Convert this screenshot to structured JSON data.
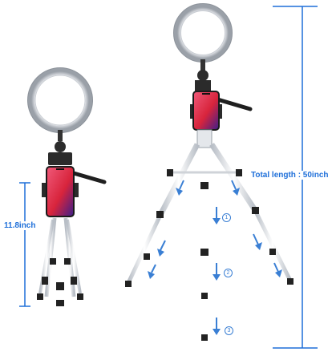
{
  "labels": {
    "small_height": "11.8inch",
    "total_length": "Total length : 50inch"
  },
  "steps": [
    "1",
    "2",
    "3"
  ],
  "colors": {
    "dimension_blue": "#1e6fd9",
    "arrow_blue": "#3a7fd4",
    "tripod_silver": "#dfe3e8",
    "ring_light": "#f4f4f6",
    "phone_red": "#d8243c"
  }
}
